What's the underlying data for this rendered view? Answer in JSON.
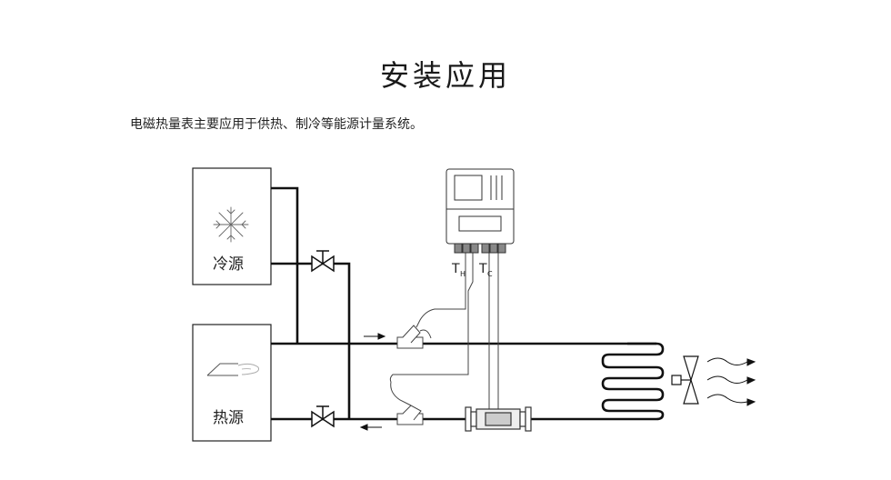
{
  "header": {
    "title": "安装应用",
    "description": "电磁热量表主要应用于供热、制冷等能源计量系统。"
  },
  "diagram": {
    "cold_source_label": "冷源",
    "heat_source_label": "热源",
    "sensor_hot_main": "T",
    "sensor_hot_sub": "H",
    "sensor_cold_main": "T",
    "sensor_cold_sub": "C",
    "icons": [
      "snowflake-icon",
      "hand-heat-icon",
      "valve-icon",
      "fan-icon",
      "flowmeter-icon",
      "calculator-icon",
      "flow-arrow-icon"
    ]
  }
}
